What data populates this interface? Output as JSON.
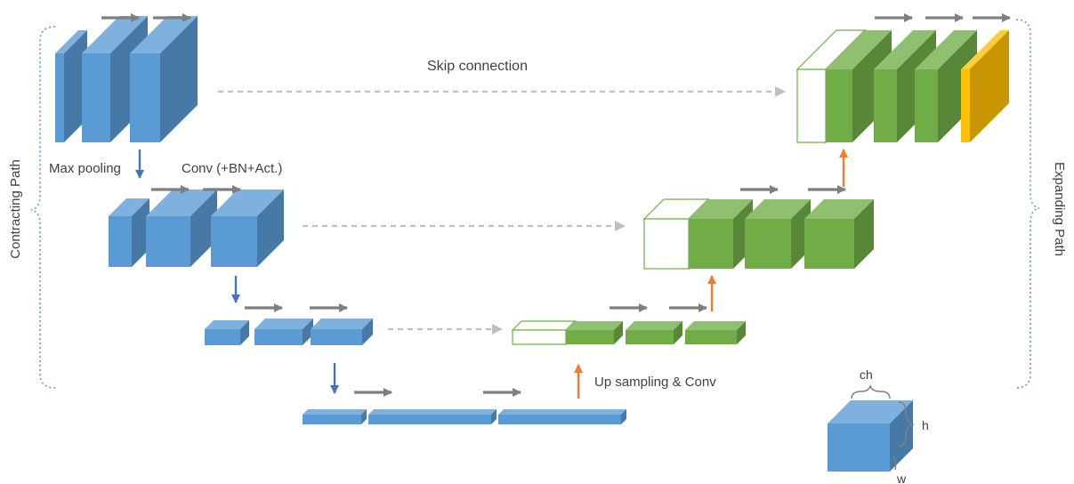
{
  "labels": {
    "skip_connection": "Skip connection",
    "max_pooling": "Max pooling",
    "conv": "Conv (+BN+Act.)",
    "up_sampling": "Up sampling & Conv",
    "contracting_path": "Contracting Path",
    "expanding_path": "Expanding Path",
    "legend_ch": "ch",
    "legend_h": "h",
    "legend_w": "w"
  },
  "colors": {
    "encoder_block": "#5b9bd5",
    "decoder_block": "#70ad47",
    "output_block": "#ffc000",
    "conv_arrow": "#7f7f7f",
    "pool_arrow": "#4472c4",
    "upsample_arrow": "#ed7d31",
    "skip_arrow": "#bfbfbf",
    "bracket": "#5b9bd5"
  }
}
